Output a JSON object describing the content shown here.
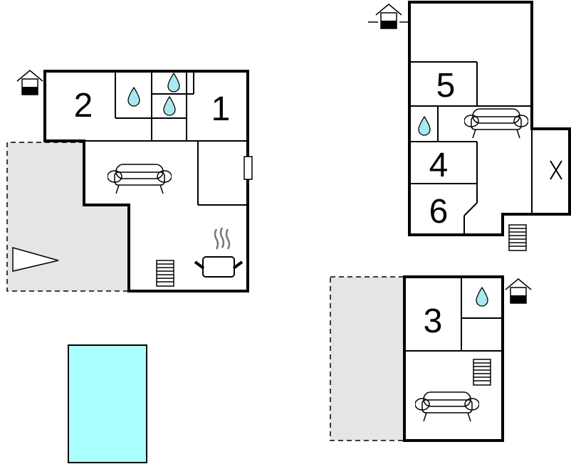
{
  "rooms": {
    "r1": "1",
    "r2": "2",
    "r3": "3",
    "r4": "4",
    "r5": "5",
    "r6": "6"
  },
  "colors": {
    "pool": "#aaffff",
    "terrace": "#e5e5e5",
    "water_drop": "#a8e8f0"
  },
  "icons": [
    "entrance-house-icon",
    "bathroom-drop-icon",
    "sofa-icon",
    "stairs-icon",
    "kitchen-pot-icon",
    "terrace-triangle-icon",
    "balcony-cross-icon"
  ]
}
